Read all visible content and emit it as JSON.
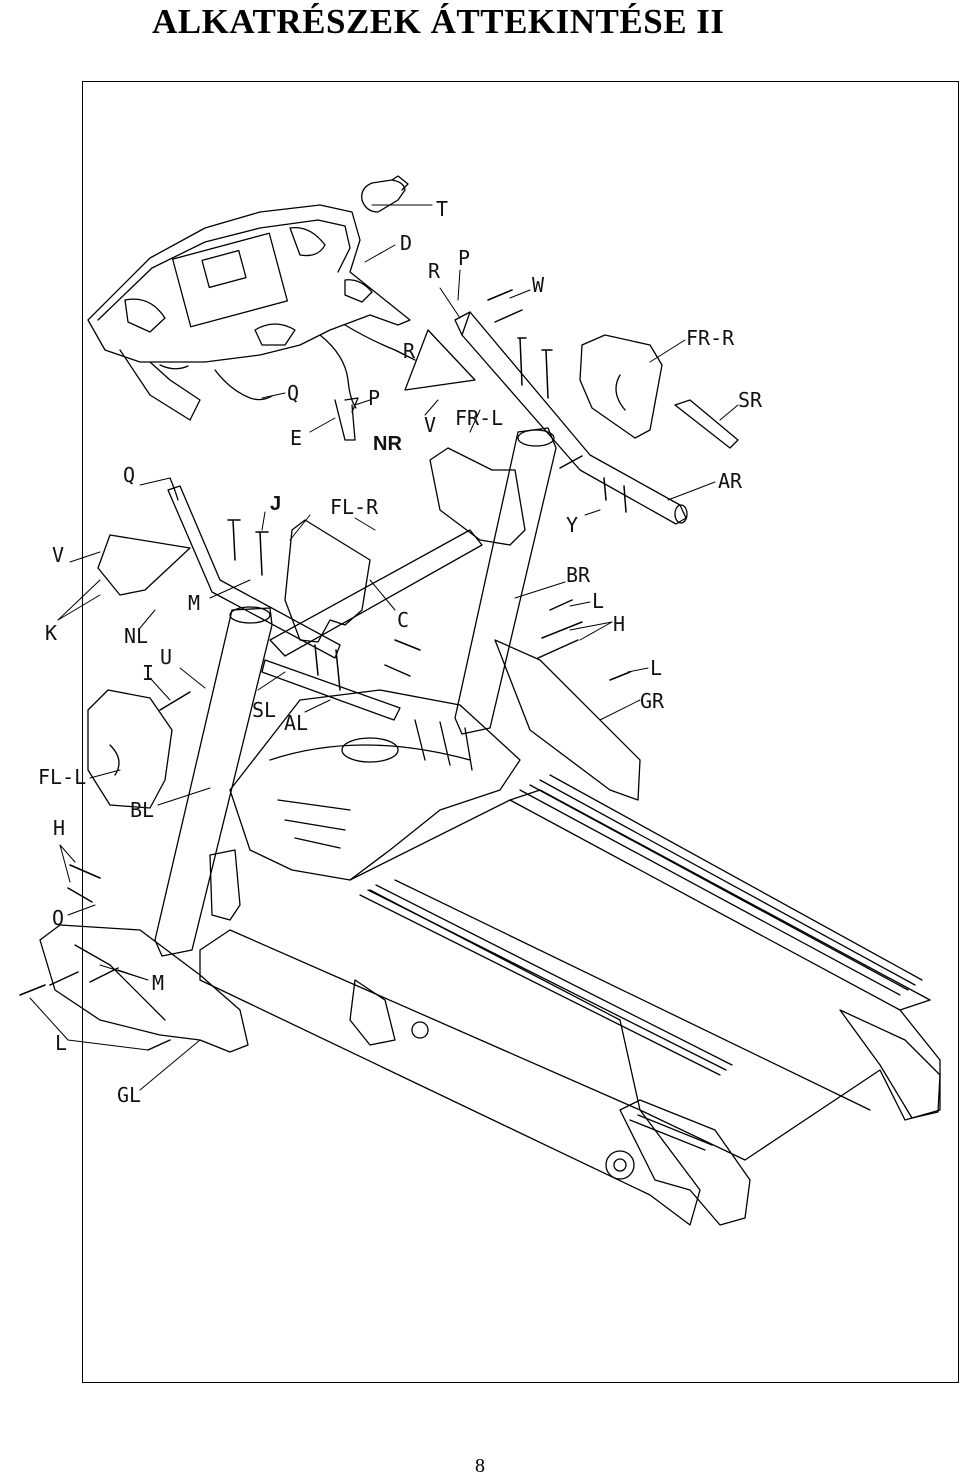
{
  "title": "ALKATRÉSZEK ÁTTEKINTÉSE II",
  "page_number": "8",
  "part_labels": {
    "T": "T",
    "D": "D",
    "R_top": "R",
    "P_top": "P",
    "W": "W",
    "FR_R": "FR-R",
    "R_mid": "R",
    "SR": "SR",
    "Q_top": "Q",
    "P_mid": "P",
    "E": "E",
    "NR": "NR",
    "V_top": "V",
    "FR_L": "FR-L",
    "AR": "AR",
    "Q_left": "Q",
    "J": "J",
    "FL_R": "FL-R",
    "V_left": "V",
    "Y": "Y",
    "K": "K",
    "M_left": "M",
    "NL": "NL",
    "C": "C",
    "BR": "BR",
    "L_right1": "L",
    "H_right": "H",
    "U": "U",
    "I": "I",
    "SL": "SL",
    "AL": "AL",
    "L_right2": "L",
    "GR": "GR",
    "FL_L": "FL-L",
    "BL": "BL",
    "H_left": "H",
    "O": "O",
    "M_bottom": "M",
    "L_bottom": "L",
    "GL": "GL"
  }
}
